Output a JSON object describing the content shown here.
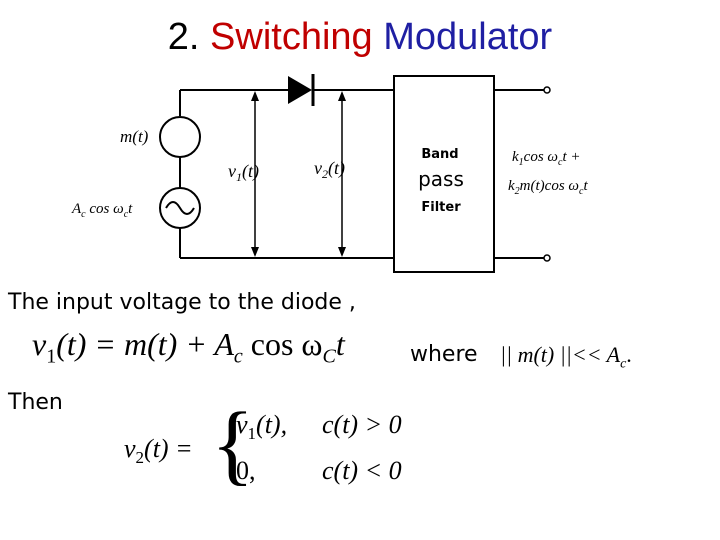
{
  "title": {
    "number": "2.",
    "word1": "Switching",
    "word2": "Modulator"
  },
  "colors": {
    "word1": "#c00000",
    "word2": "#1f1fa3",
    "text": "#000000"
  },
  "circuit": {
    "source_top": "m(t)",
    "source_bottom": "A",
    "source_bottom_sub": "c",
    "source_bottom_rest": " cos ω",
    "source_bottom_sub2": "c",
    "source_bottom_end": "t",
    "v1": "v",
    "v1_sub": "1",
    "v1_arg": "(t)",
    "v2": "v",
    "v2_sub": "2",
    "v2_arg": "(t)",
    "bpf_line1": "Band",
    "bpf_line2": "pass",
    "bpf_line3": "Filter",
    "out1_a": "k",
    "out1_sub": "1",
    "out1_b": "cos ω",
    "out1_sub2": "c",
    "out1_c": "t +",
    "out2_a": "k",
    "out2_sub": "2",
    "out2_b": "m(t)cos ω",
    "out2_sub2": "c",
    "out2_c": "t"
  },
  "text": {
    "line1": "The input voltage to the diode ,",
    "where": "where",
    "then": "Then"
  },
  "eq1": {
    "lhs": "v",
    "lhs_sub": "1",
    "lhs_arg": "(t) = m(t) + A",
    "a_sub": "c",
    "rest": " cos ω",
    "w_sub": "C",
    "end": "t"
  },
  "cond": {
    "left": "|| m(t) ||<< A",
    "sub": "c",
    "end": "."
  },
  "eq2": {
    "lhs": "v",
    "lhs_sub": "2",
    "lhs_arg": "(t) =",
    "case1_val": "v",
    "case1_sub": "1",
    "case1_arg": "(t),",
    "case1_cond": "c(t) > 0",
    "case2_val": "0,",
    "case2_cond": "c(t) < 0"
  }
}
